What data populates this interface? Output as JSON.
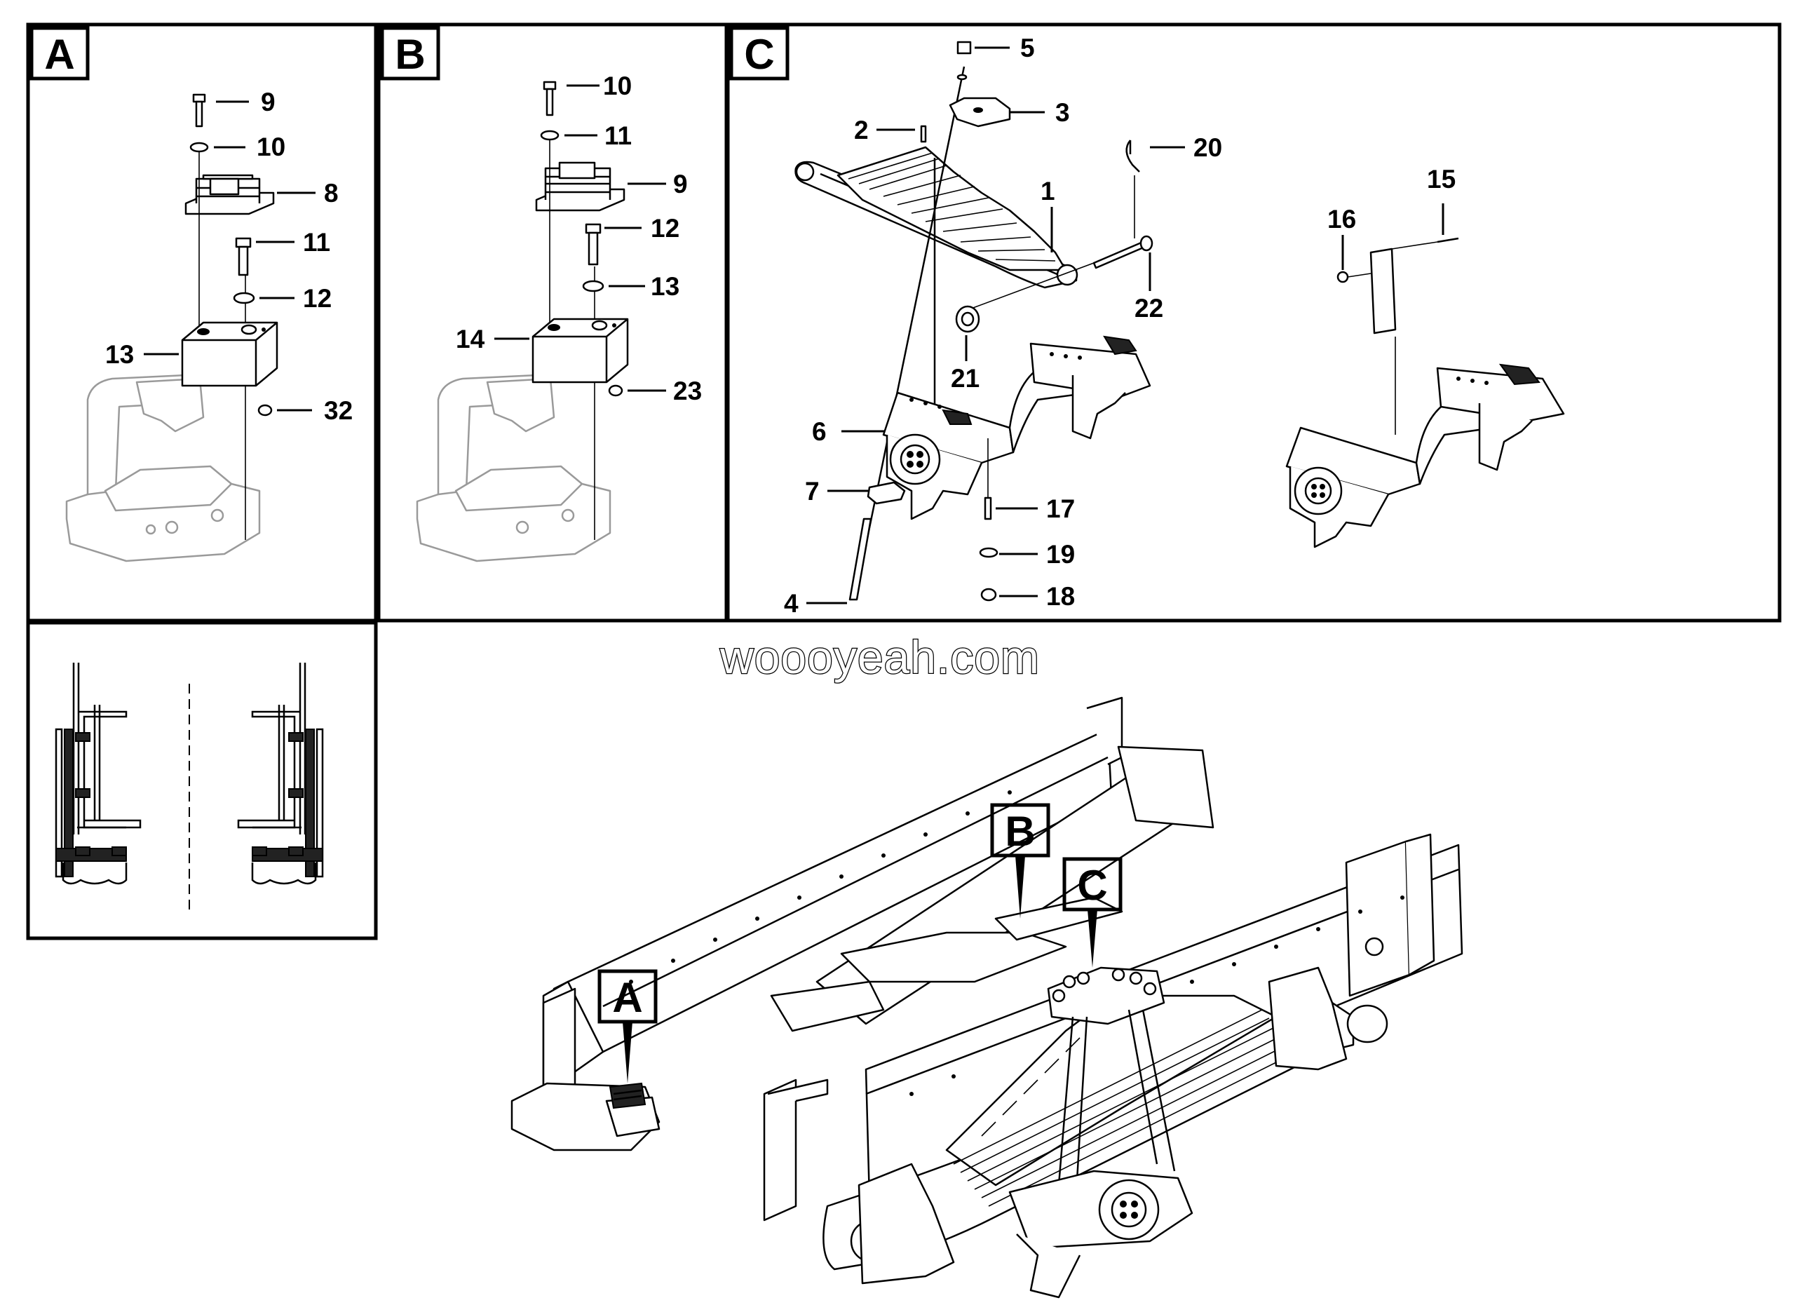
{
  "panels": {
    "A": {
      "label": "A",
      "callouts": [
        "9",
        "10",
        "8",
        "11",
        "12",
        "13",
        "32"
      ]
    },
    "B": {
      "label": "B",
      "callouts": [
        "10",
        "11",
        "9",
        "12",
        "13",
        "14",
        "23"
      ]
    },
    "C": {
      "label": "C",
      "callouts": [
        "5",
        "3",
        "2",
        "20",
        "1",
        "15",
        "16",
        "22",
        "21",
        "6",
        "7",
        "17",
        "19",
        "18",
        "4"
      ]
    }
  },
  "watermark": "woooyeah.com",
  "overview_markers": [
    "A",
    "B",
    "C"
  ]
}
